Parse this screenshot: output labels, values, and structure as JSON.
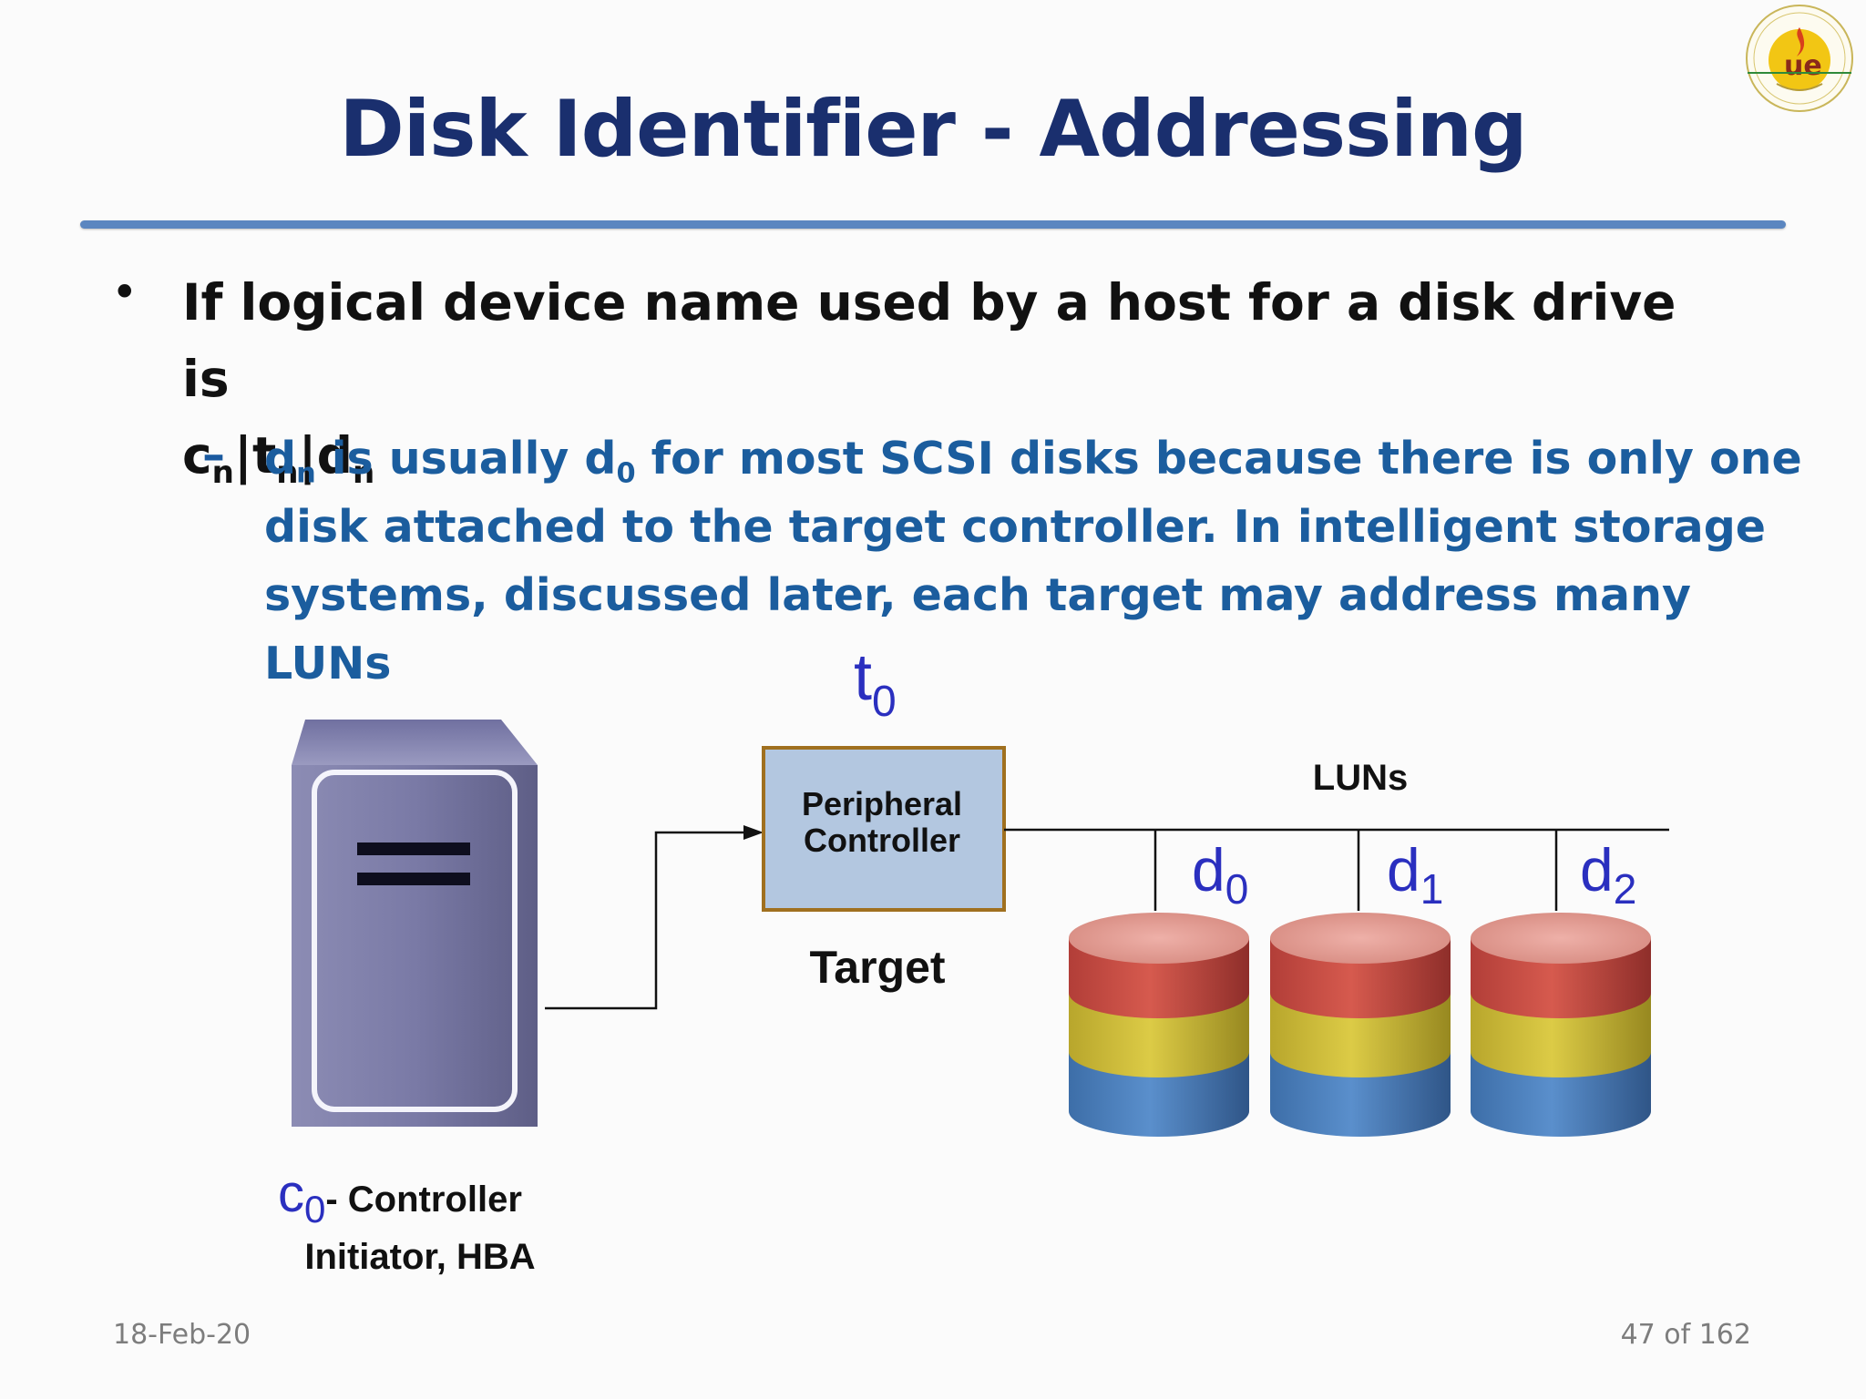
{
  "slide": {
    "title": "Disk Identifier - Addressing",
    "bullet": {
      "text_before": "If logical device name used by a host for a disk drive is",
      "c": "c",
      "t": "t",
      "d": "d",
      "sub_n": "n",
      "sep": "|"
    },
    "sub_bullet": {
      "d": "d",
      "sub_n": "n",
      "sub_0": "0",
      "part1": " is usually ",
      "part2": " for most SCSI disks because there is only one disk attached to the target controller. In intelligent storage systems, discussed later, each target may address many LUNs"
    }
  },
  "diagram": {
    "target_id": "t",
    "target_sub": "0",
    "controller_box": [
      "Peripheral",
      "Controller"
    ],
    "target_label": "Target",
    "luns_label": "LUNs",
    "disks": [
      {
        "letter": "d",
        "sub": "0"
      },
      {
        "letter": "d",
        "sub": "1"
      },
      {
        "letter": "d",
        "sub": "2"
      }
    ],
    "initiator_letter": "c",
    "initiator_sub": "0",
    "initiator_line1": "- Controller",
    "initiator_line2": "Initiator, HBA"
  },
  "footer": {
    "date": "18-Feb-20",
    "page": "47 of 162"
  },
  "colors": {
    "title": "#1a2f6e",
    "sub_bullet": "#1b5d9e",
    "rule": "#5b86c0",
    "id_blue": "#2a2fbf",
    "box_fill": "#b3c7e0",
    "box_border": "#a0701f",
    "disk_red": "#c85048",
    "disk_yellow": "#d2c03a",
    "disk_blue": "#4a7fbb",
    "server": "#7a7aa4"
  }
}
